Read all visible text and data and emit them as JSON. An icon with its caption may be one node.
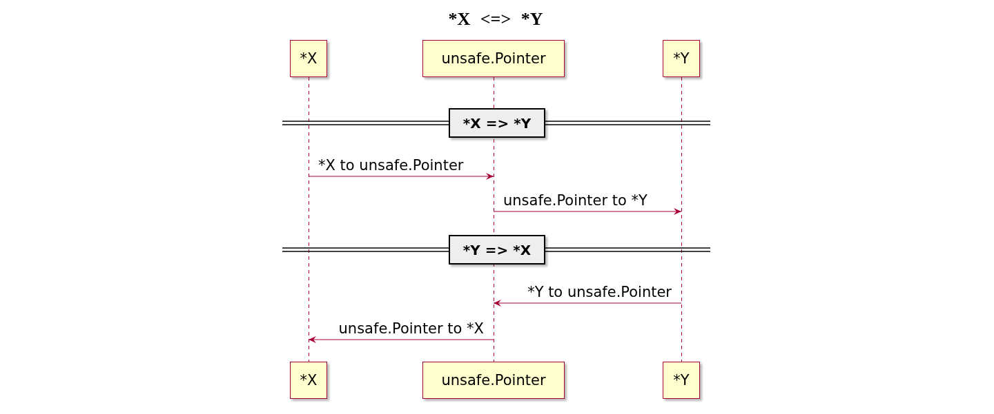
{
  "diagram": {
    "title": "*X <=> *Y",
    "nodes": [
      {
        "text": [
          "*X"
        ]
      },
      {
        "text": [
          "unsafe.Pointer"
        ]
      },
      {
        "text": [
          "*Y"
        ]
      },
      {
        "text": [],
        "shape": "line"
      },
      {
        "text": [],
        "shape": "line"
      },
      {
        "text": [],
        "shape": "line"
      },
      {
        "text": [
          "*X => *Y"
        ]
      },
      {
        "text": [
          "*Y => *X"
        ]
      },
      {
        "text": [
          "*X"
        ]
      },
      {
        "text": [
          "unsafe.Pointer"
        ]
      },
      {
        "text": [
          "*Y"
        ]
      }
    ],
    "edges": [
      {
        "from": 3,
        "to": 4,
        "arrow": "to",
        "label": "*X to unsafe.Pointer"
      },
      {
        "from": 4,
        "to": 5,
        "arrow": "to",
        "label": "unsafe.Pointer to *Y"
      },
      {
        "from": 5,
        "to": 4,
        "arrow": "to",
        "label": "*Y to unsafe.Pointer"
      },
      {
        "from": 4,
        "to": 3,
        "arrow": "to",
        "label": "unsafe.Pointer to *X"
      }
    ]
  }
}
